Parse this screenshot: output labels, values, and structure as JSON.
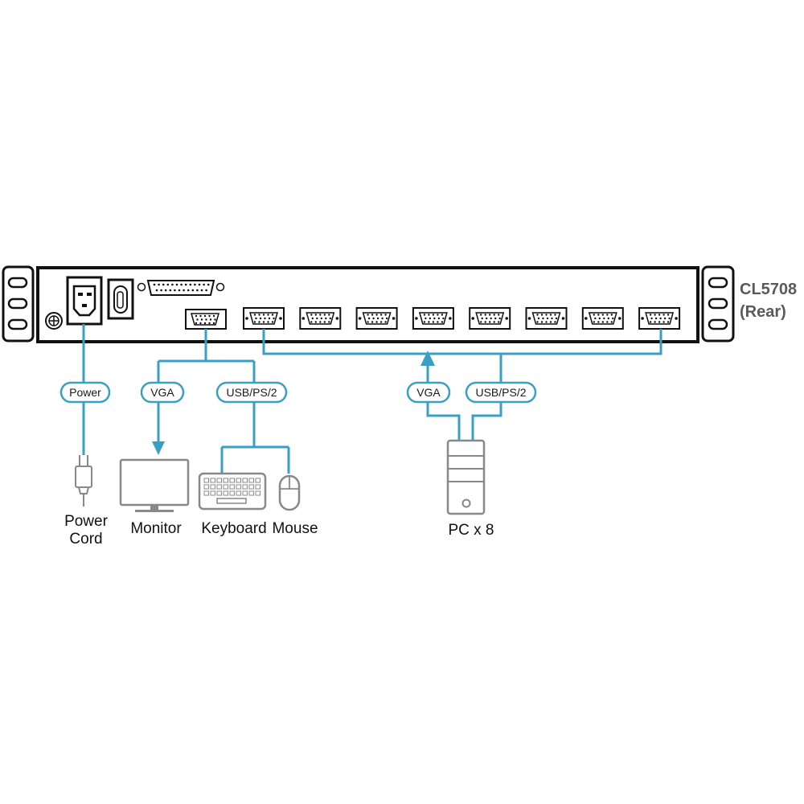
{
  "model": {
    "name": "CL5708",
    "view": "(Rear)"
  },
  "cable_labels": {
    "power": "Power",
    "console_vga": "VGA",
    "console_usb_ps2": "USB/PS/2",
    "pc_vga": "VGA",
    "pc_usb_ps2": "USB/PS/2"
  },
  "devices": {
    "power_cord_line1": "Power",
    "power_cord_line2": "Cord",
    "monitor": "Monitor",
    "keyboard": "Keyboard",
    "mouse": "Mouse",
    "pc": "PC x 8"
  },
  "kvm_port_count": 8,
  "colors": {
    "cable": "#3a9fc4",
    "chassis": "#111111",
    "device": "#888888"
  }
}
